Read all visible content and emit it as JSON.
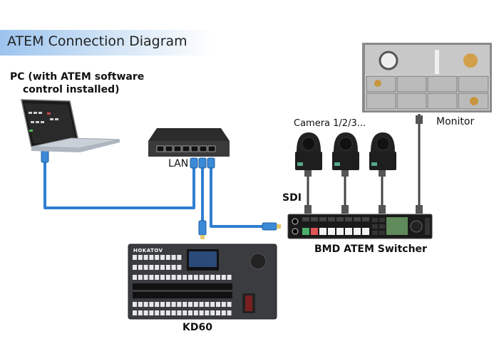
{
  "header": {
    "title": "ATEM Connection Diagram"
  },
  "devices": {
    "pc": {
      "label_line1": "PC (with ATEM software",
      "label_line2": "control installed)"
    },
    "lan": {
      "label": "LAN"
    },
    "cameras": {
      "label": "Camera 1/2/3..."
    },
    "monitor": {
      "label": "Monitor"
    },
    "sdi": {
      "label": "SDI"
    },
    "switcher": {
      "label": "BMD ATEM Switcher"
    },
    "controller": {
      "label": "KD60",
      "brand": "HOKATOV"
    }
  },
  "colors": {
    "lan_cable": "#2f7fd0",
    "sdi_cable": "#444444",
    "title_gradient_start": "#9cc4ee"
  }
}
